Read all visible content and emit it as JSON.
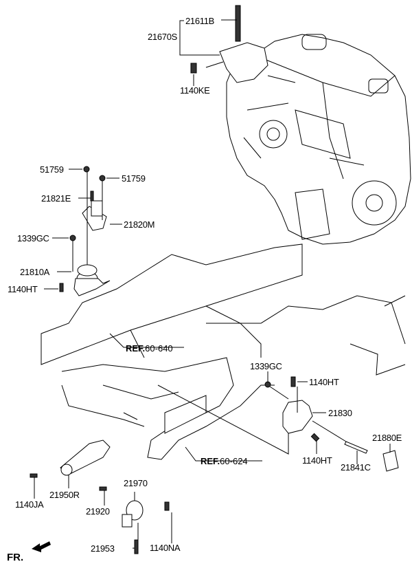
{
  "labels": {
    "p21611B": "21611B",
    "p21670S": "21670S",
    "p1140KE": "1140KE",
    "p51759_a": "51759",
    "p51759_b": "51759",
    "p21821E": "21821E",
    "p21820M": "21820M",
    "p1339GC_a": "1339GC",
    "p21810A": "21810A",
    "p1140HT_a": "1140HT",
    "p1339GC_b": "1339GC",
    "p1140HT_b": "1140HT",
    "p21830": "21830",
    "p21880E": "21880E",
    "p1140HT_c": "1140HT",
    "p21841C": "21841C",
    "p1140JA": "1140JA",
    "p21950R": "21950R",
    "p21920": "21920",
    "p21970": "21970",
    "p21953": "21953",
    "p1140NA": "1140NA"
  },
  "refs": {
    "ref1": {
      "prefix": "REF.",
      "code": "60-640"
    },
    "ref2": {
      "prefix": "REF.",
      "code": "60-624"
    }
  },
  "front_marker": "FR."
}
